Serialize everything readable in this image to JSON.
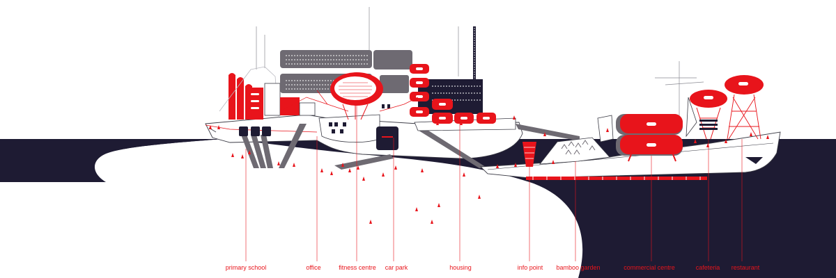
{
  "colors": {
    "accent_red": "#e8141b",
    "navy": "#1e1b33",
    "slate": "#6e6a72",
    "paper": "#ffffff",
    "line": "#3a3a44"
  },
  "labels": [
    {
      "key": "primary_school",
      "text": "primary school"
    },
    {
      "key": "office",
      "text": "office"
    },
    {
      "key": "fitness_centre",
      "text": "fitness centre"
    },
    {
      "key": "car_park",
      "text": "car park"
    },
    {
      "key": "housing",
      "text": "housing"
    },
    {
      "key": "info_point",
      "text": "info point"
    },
    {
      "key": "bamboo_garden",
      "text": "bamboo garden"
    },
    {
      "key": "commercial_centre",
      "text": "commercial centre"
    },
    {
      "key": "cafeteria",
      "text": "cafeteria"
    },
    {
      "key": "restaurant",
      "text": "restaurant"
    }
  ]
}
